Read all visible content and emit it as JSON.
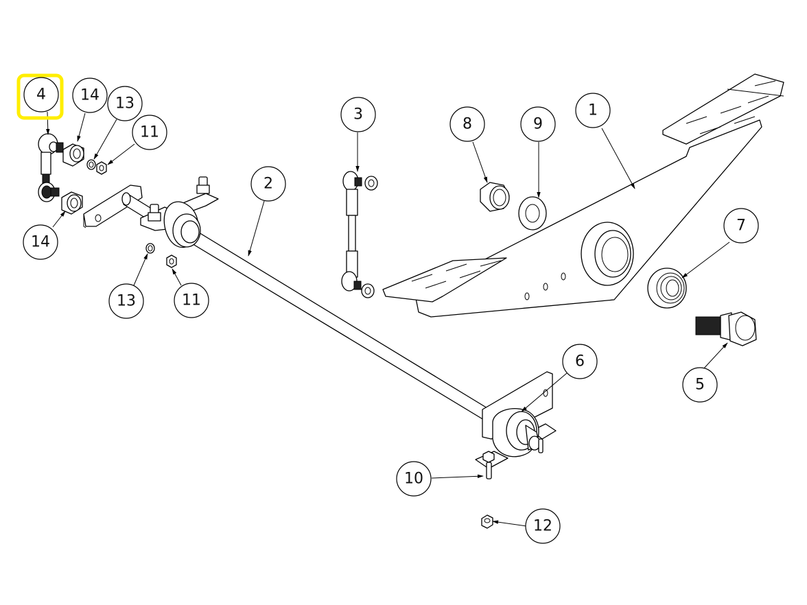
{
  "drawing": {
    "type": "exploded assembly drawing",
    "highlight_color": "#ffee00",
    "highlighted_item": "4"
  },
  "balloons": [
    {
      "id": "b4",
      "label": "4",
      "highlighted": true
    },
    {
      "id": "b14a",
      "label": "14"
    },
    {
      "id": "b13a",
      "label": "13"
    },
    {
      "id": "b11a",
      "label": "11"
    },
    {
      "id": "b14b",
      "label": "14"
    },
    {
      "id": "b13b",
      "label": "13"
    },
    {
      "id": "b11b",
      "label": "11"
    },
    {
      "id": "b2",
      "label": "2"
    },
    {
      "id": "b3",
      "label": "3"
    },
    {
      "id": "b8",
      "label": "8"
    },
    {
      "id": "b9",
      "label": "9"
    },
    {
      "id": "b1",
      "label": "1"
    },
    {
      "id": "b7",
      "label": "7"
    },
    {
      "id": "b5",
      "label": "5"
    },
    {
      "id": "b6",
      "label": "6"
    },
    {
      "id": "b10",
      "label": "10"
    },
    {
      "id": "b12",
      "label": "12"
    }
  ]
}
